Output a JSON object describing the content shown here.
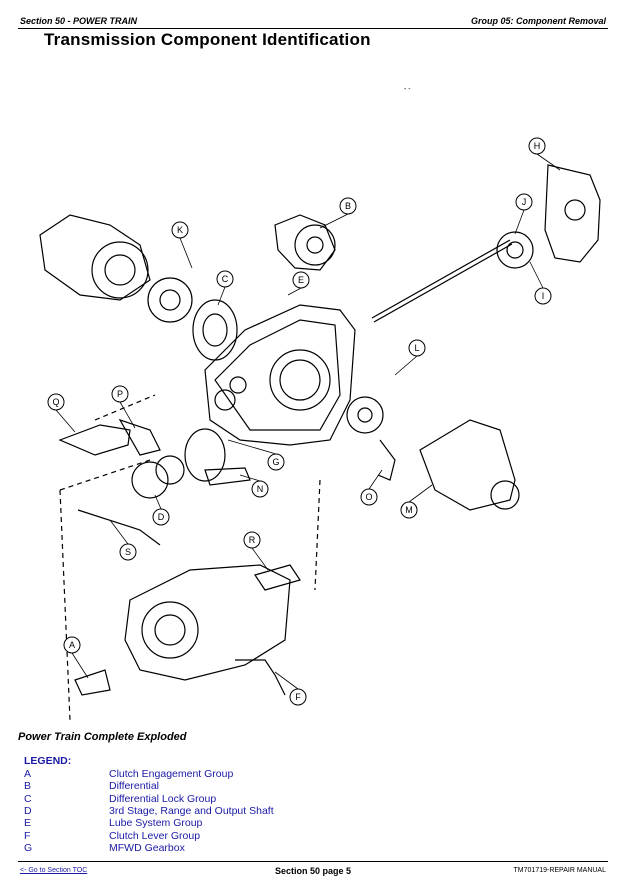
{
  "header": {
    "section": "Section 50 - POWER TRAIN",
    "group": "Group 05: Component Removal"
  },
  "title": "Transmission Component Identification",
  "figure": {
    "callouts": [
      "A",
      "B",
      "C",
      "D",
      "E",
      "F",
      "G",
      "H",
      "I",
      "J",
      "K",
      "L",
      "M",
      "N",
      "O",
      "P",
      "Q",
      "R",
      "S"
    ]
  },
  "caption": "Power Train Complete Exploded",
  "legend": {
    "heading": "LEGEND:",
    "items": [
      {
        "key": "A",
        "text": "Clutch Engagement Group"
      },
      {
        "key": "B",
        "text": "Differential"
      },
      {
        "key": "C",
        "text": "Differential Lock Group"
      },
      {
        "key": "D",
        "text": "3rd Stage, Range and Output Shaft"
      },
      {
        "key": "E",
        "text": "Lube System Group"
      },
      {
        "key": "F",
        "text": "Clutch Lever Group"
      },
      {
        "key": "G",
        "text": "MFWD Gearbox"
      }
    ]
  },
  "footer": {
    "toc_link": "<- Go to Section TOC",
    "page": "Section 50 page 5",
    "manual": "TM701719-REPAIR MANUAL"
  }
}
